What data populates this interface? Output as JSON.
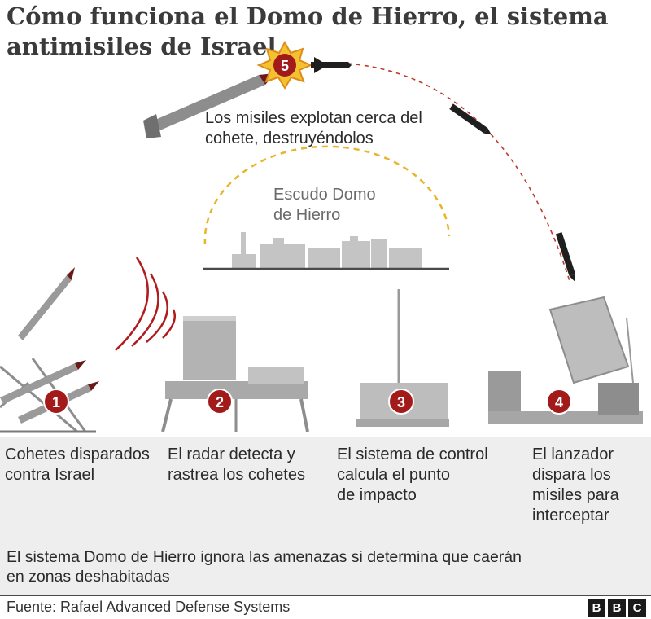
{
  "title": {
    "line1": "Cómo funciona el Domo de Hierro, el sistema",
    "line2": "antimisiles de Israel"
  },
  "explosion": {
    "step": "5",
    "text_line1": "Los misiles explotan cerca del",
    "text_line2": "cohete, destruyéndolos"
  },
  "shield": {
    "line1": "Escudo Domo",
    "line2": "de Hierro"
  },
  "steps": [
    {
      "num": "1",
      "lines": [
        "Cohetes disparados",
        "contra Israel"
      ]
    },
    {
      "num": "2",
      "lines": [
        "El radar detecta y",
        "rastrea los cohetes"
      ]
    },
    {
      "num": "3",
      "lines": [
        "El sistema de control",
        "calcula el punto",
        "de impacto"
      ]
    },
    {
      "num": "4",
      "lines": [
        "El lanzador",
        "dispara los",
        "misiles para",
        "interceptar"
      ]
    }
  ],
  "note": {
    "line1": "El sistema Domo de Hierro ignora las amenazas si determina que caerán",
    "line2": "en zonas deshabitadas"
  },
  "source": "Fuente: Rafael Advanced Defense Systems",
  "logo": [
    "B",
    "B",
    "C"
  ],
  "colors": {
    "badge": "#a31a1a",
    "shield_arc": "#e8b52a",
    "radar_waves": "#b01c1c",
    "explosion": "#f2c230",
    "equipment": "#b3b3b3",
    "band": "#eeeeee"
  }
}
